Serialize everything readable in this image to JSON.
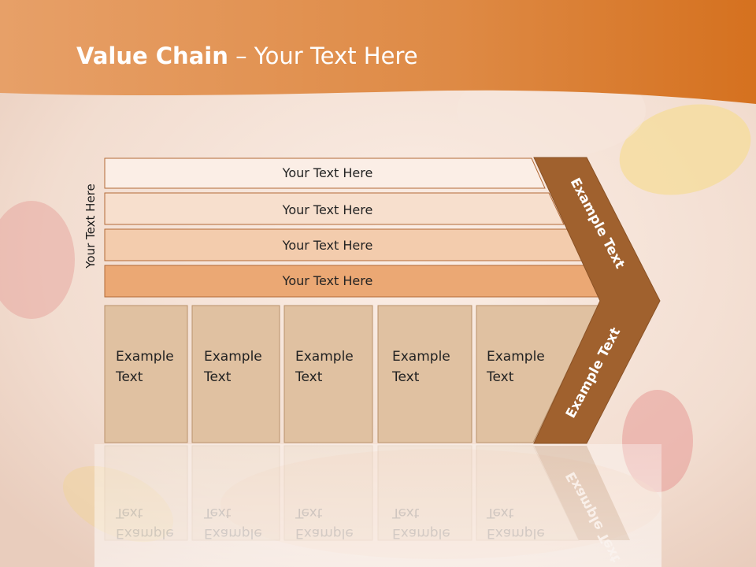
{
  "title": {
    "bold": "Value Chain",
    "rest": " – Your Text Here"
  },
  "side_label": "Your Text Here",
  "rows": [
    {
      "label": "Your Text Here",
      "fill": "#fbeee6"
    },
    {
      "label": "Your Text Here",
      "fill": "#f7dfcd"
    },
    {
      "label": "Your Text Here",
      "fill": "#f3ccad"
    },
    {
      "label": "Your Text Here",
      "fill": "#eba874"
    }
  ],
  "boxes": [
    {
      "line1": "Example",
      "line2": "Text"
    },
    {
      "line1": "Example",
      "line2": "Text"
    },
    {
      "line1": "Example",
      "line2": "Text"
    },
    {
      "line1": "Example",
      "line2": "Text"
    },
    {
      "line1": "Example",
      "line2": "Text"
    }
  ],
  "arrow_top_label": "Example Text",
  "arrow_bottom_label": "Example Text",
  "colors": {
    "header": "#d97a2e",
    "arrow": "#a0612e",
    "box_fill": "#e0c1a1",
    "box_stroke": "#b9916a",
    "row_stroke": "#b36a37"
  }
}
